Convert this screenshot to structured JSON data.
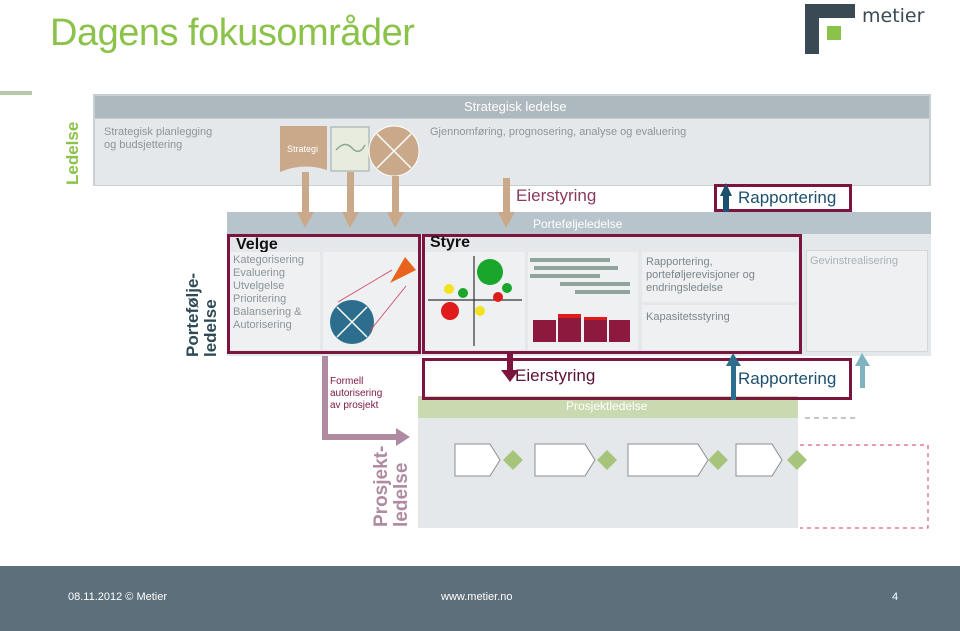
{
  "header": {
    "title": "Dagens fokusområder",
    "logo_text": "metier"
  },
  "row_labels": {
    "ledelse": "Ledelse",
    "portefolje": "Portefølje-\nledelse",
    "prosjekt": "Prosjekt-\nledelse"
  },
  "strategic": {
    "band_title": "Strategisk ledelse",
    "planning": "Strategisk planlegging\nog budsjettering",
    "strategi": "Strategi",
    "execution": "Gjennomføring, prognosering, analyse og evaluering"
  },
  "portfolio": {
    "eierstyring": "Eierstyring",
    "rapportering": "Rapportering",
    "band_title": "Porteføljeledelse",
    "velge_title": "Velge",
    "velge_items": [
      "Kategorisering",
      "Evaluering",
      "Utvelgelse",
      "Prioritering",
      "Balansering &",
      "Autorisering"
    ],
    "styre_title": "Styre",
    "reporting_box": "Rapportering,\nporteføljerevisjoner og\nendringsledelse",
    "capacity": "Kapasitetsstyring",
    "benefits": "Gevinstrealisering"
  },
  "project": {
    "formal_auth": "Formell\nautorisering\nav prosjekt",
    "eierstyring": "Eierstyring",
    "rapportering": "Rapportering",
    "band_title": "Prosjektledelse"
  },
  "footer": {
    "date": "08.11.2012 © Metier",
    "url": "www.metier.no",
    "page": "4"
  },
  "colors": {
    "title_green": "#8bc34a",
    "accent_maroon": "#7b1540",
    "arrow_tan": "#c9a98a",
    "teal_blue": "#2d6e8e",
    "footer": "#5e6f7c"
  }
}
